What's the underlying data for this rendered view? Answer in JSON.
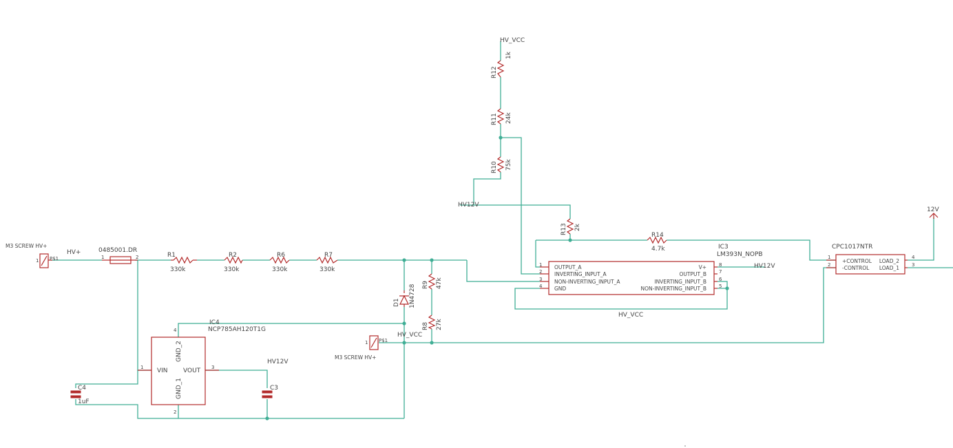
{
  "nets": {
    "hv_vcc_top": "HV_VCC",
    "hv_plus": "HV+",
    "hv12v_left": "HV12V",
    "hv12v_reg": "HV12V",
    "hv12v_comp": "HV12V",
    "hv_vcc_mid": "HV_VCC",
    "hv_vcc_bottom": "HV_VCC",
    "v12": "12V"
  },
  "parts": {
    "screw1": {
      "pin_label": "M3 SCREW HV+",
      "pin_num": "1",
      "pad": "P$1"
    },
    "screw2": {
      "pin_label": "M3 SCREW HV+",
      "pin_num": "1",
      "pad": "P$1"
    },
    "fuse": {
      "name": "0485001.DR",
      "pin1": "1",
      "pin2": "2"
    },
    "r1": {
      "name": "R1",
      "value": "330k"
    },
    "r2": {
      "name": "R2",
      "value": "330k"
    },
    "r6": {
      "name": "R6",
      "value": "330k"
    },
    "r7": {
      "name": "R7",
      "value": "330k"
    },
    "r8": {
      "name": "R8",
      "value": "27k"
    },
    "r9": {
      "name": "R9",
      "value": "47k"
    },
    "r10": {
      "name": "R10",
      "value": "75k"
    },
    "r11": {
      "name": "R11",
      "value": "24k"
    },
    "r12": {
      "name": "R12",
      "value": "1k"
    },
    "r13": {
      "name": "R13",
      "value": "2k"
    },
    "r14": {
      "name": "R14",
      "value": "4.7k"
    },
    "d1": {
      "name": "D1",
      "value": "1N4728"
    },
    "c3": {
      "name": "C3"
    },
    "c4": {
      "name": "C4",
      "value": "1uF"
    },
    "ic4": {
      "name": "IC4",
      "value": "NCP785AH120T1G",
      "pins": {
        "vin": "VIN",
        "vout": "VOUT",
        "gnd1": "GND_1",
        "gnd2": "GND_2"
      },
      "pin_nums": {
        "vin": "1",
        "vout": "3",
        "gnd1": "2",
        "gnd2": "4"
      }
    },
    "ic3": {
      "name": "IC3",
      "value": "LM393N_NOPB",
      "left_pins": [
        "OUTPUT_A",
        "INVERTING_INPUT_A",
        "NON-INVERTING_INPUT_A",
        "GND"
      ],
      "left_nums": [
        "1",
        "2",
        "3",
        "4"
      ],
      "right_pins": [
        "V+",
        "OUTPUT_B",
        "INVERTING_INPUT_B",
        "NON-INVERTING_INPUT_B"
      ],
      "right_nums": [
        "8",
        "7",
        "6",
        "5"
      ]
    },
    "cpc": {
      "name": "CPC1017NTR",
      "left_pins": [
        "+CONTROL",
        "-CONTROL"
      ],
      "left_nums": [
        "1",
        "2"
      ],
      "right_pins": [
        "LOAD_2",
        "LOAD_1"
      ],
      "right_nums": [
        "4",
        "3"
      ]
    }
  }
}
